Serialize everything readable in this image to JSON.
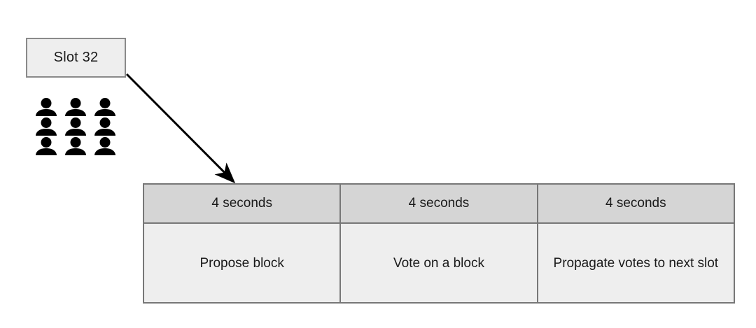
{
  "diagram": {
    "slot_box": {
      "label": "Slot 32"
    },
    "validators": {
      "icon": "person-icon",
      "rows": 3,
      "columns": 3,
      "count": 9
    },
    "arrow": {
      "icon": "arrow-down-right-icon",
      "from": "Slot 32",
      "to": "slot-phase-table",
      "color": "#000000"
    },
    "table": {
      "header": [
        "4 seconds",
        "4 seconds",
        "4 seconds"
      ],
      "body": [
        "Propose block",
        "Vote on a block",
        "Propagate votes to next slot"
      ],
      "header_bg": "#d5d5d5",
      "body_bg": "#eeeeee",
      "border_color": "#777777"
    }
  }
}
